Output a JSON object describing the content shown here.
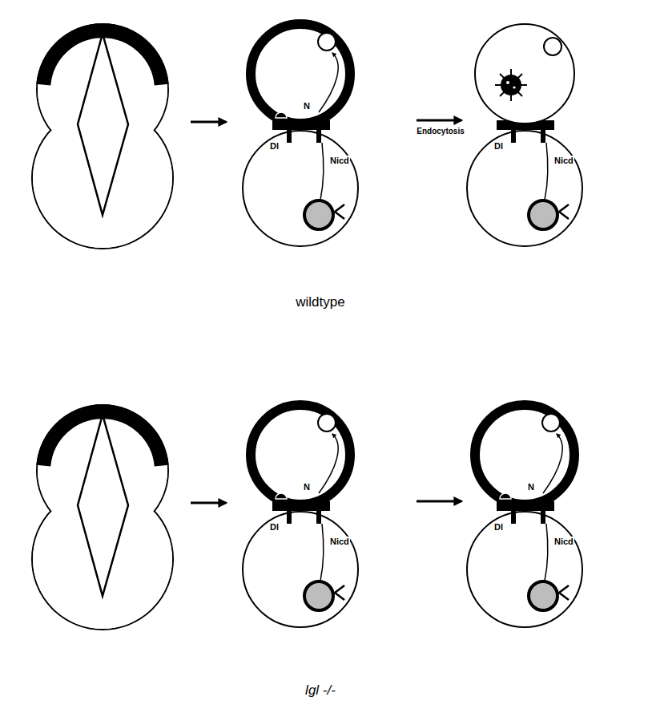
{
  "diagram": {
    "labels": [
      "N",
      "Dl",
      "Nicd",
      "Endocytosis",
      "Dl",
      "Nicd",
      "wildtype",
      "N",
      "Dl",
      "Nicd",
      "Dl",
      "N",
      "Nicd",
      "lgl -/-"
    ]
  }
}
